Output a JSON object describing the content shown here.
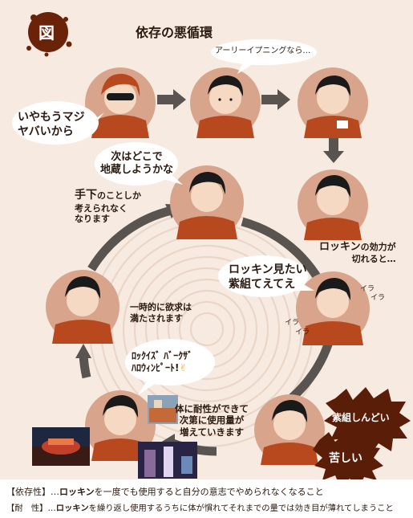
{
  "badge": "図",
  "title": "依存の悪循環",
  "bubbles": {
    "early_adopter": "アーリーイプニングなら…",
    "iya_line1": "いやもうマジ",
    "iya_line2": "ヤバいから",
    "next_line1": "次はどこで",
    "next_line2": "地蔵しようかな",
    "lokkin_mitai_line1": "ロッキン見たい",
    "lokkin_mitai_line2": "紫組てえてえ",
    "rock_line1": "ﾛｯｸｲｽﾞ ﾊﾞｰｸｻﾞ",
    "rock_line2": "ﾊﾛｳｨﾝﾋﾟｰﾄ!"
  },
  "labels": {
    "teshita_lead": "手下",
    "teshita_rest": "のことしか",
    "teshita_line2": "考えられなく",
    "teshita_line3": "なります",
    "effect_line1_em": "ロッキン",
    "effect_line1_rest": "の効力が",
    "effect_line2": "切れると…",
    "satisfied_line1": "一時的に欲求は",
    "satisfied_line2": "満たされます",
    "tolerance_line1": "体に耐性ができて",
    "tolerance_line2": "次第に使用量が",
    "tolerance_line3": "増えていきます",
    "ira_1": "イラ",
    "ira_2": "イラ",
    "ira_3": "イラ",
    "ira_4": "イラ"
  },
  "bursts": {
    "upper": "紫組しんどい",
    "lower": "苦しい"
  },
  "footnotes": {
    "dependence_term": "【依存性】",
    "dependence_text_pre": "…",
    "dependence_text_em": "ロッキン",
    "dependence_text_post": "を一度でも使用すると自分の意志でやめられなくなること",
    "tolerance_term": "【耐　性】",
    "tolerance_text_pre": "…",
    "tolerance_text_em": "ロッキン",
    "tolerance_text_post": "を繰り返し使用するうちに体が慣れてそれまでの量では効き目が薄れてしまうこと"
  },
  "colors": {
    "panel_bg": "#f7ebe1",
    "circle_fill": "#d9a48c",
    "arrow_gray": "#5a5450",
    "burst_dark": "#5a1e08",
    "shirt": "#b8481e",
    "accent_text": "#2b1a10"
  }
}
